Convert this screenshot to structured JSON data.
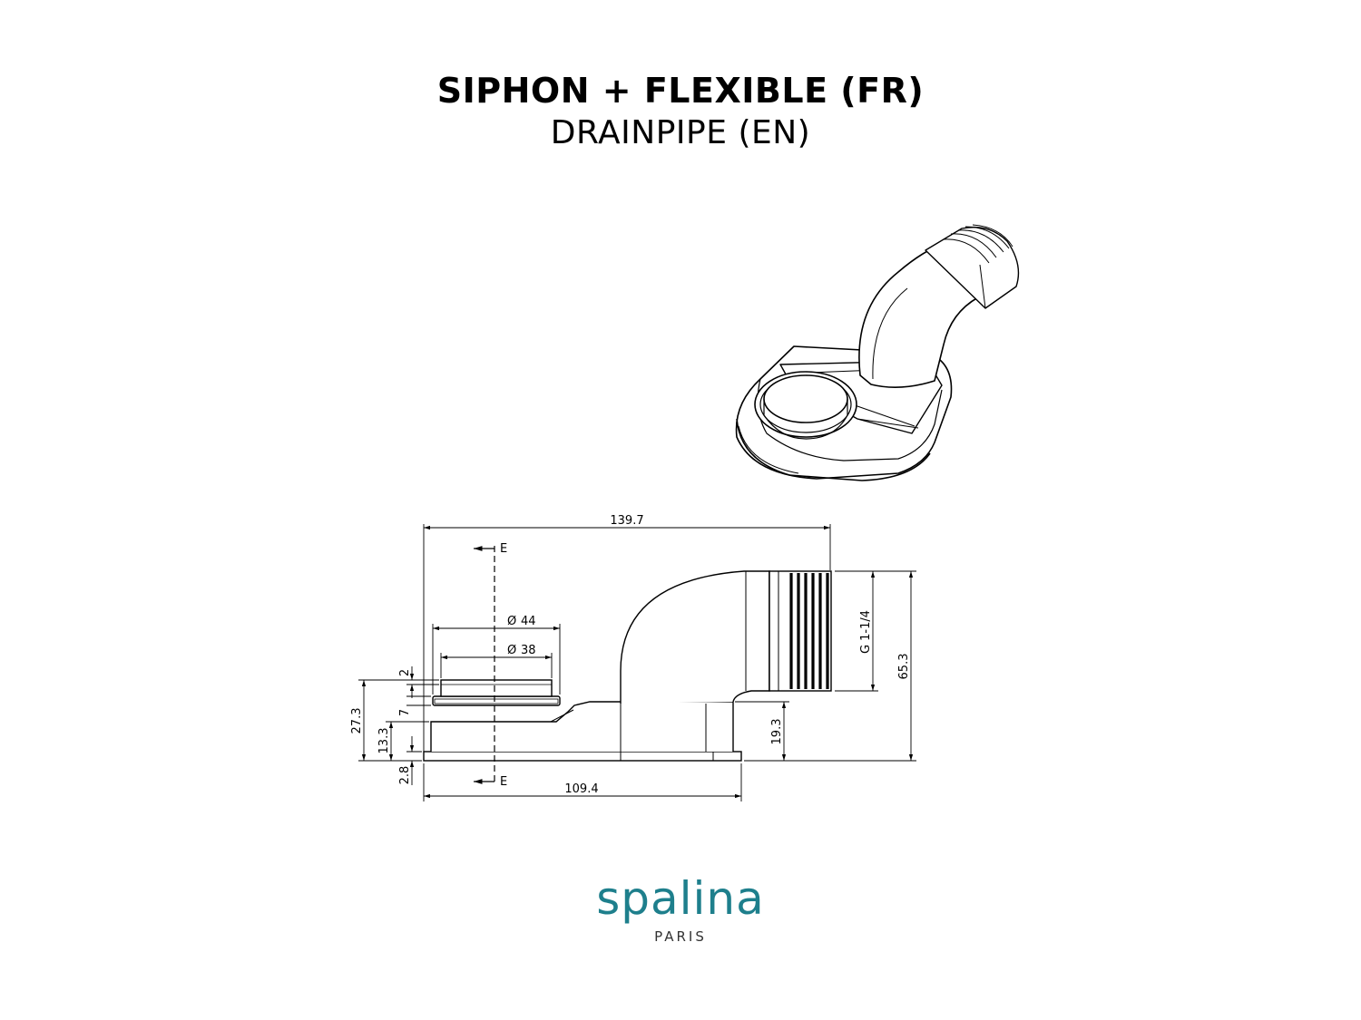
{
  "header": {
    "title_fr": "SIPHON + FLEXIBLE (FR)",
    "title_en": "DRAINPIPE (EN)"
  },
  "drawing": {
    "section_marker": "E",
    "dimensions": {
      "overall_length": "139.7",
      "base_length": "109.4",
      "outer_diameter_symbol": "Ø",
      "outer_diameter": "44",
      "inner_diameter_symbol": "Ø",
      "inner_diameter": "38",
      "collar_height": "2",
      "total_height_left": "27.3",
      "flange_step": "7",
      "step_height": "13.3",
      "base_thickness": "2.8",
      "outlet_thread": "G 1-1/4",
      "overall_height": "65.3",
      "outlet_base_height": "19.3"
    }
  },
  "brand": {
    "name": "spalina",
    "city": "PARIS",
    "color": "#1e7f8c"
  }
}
